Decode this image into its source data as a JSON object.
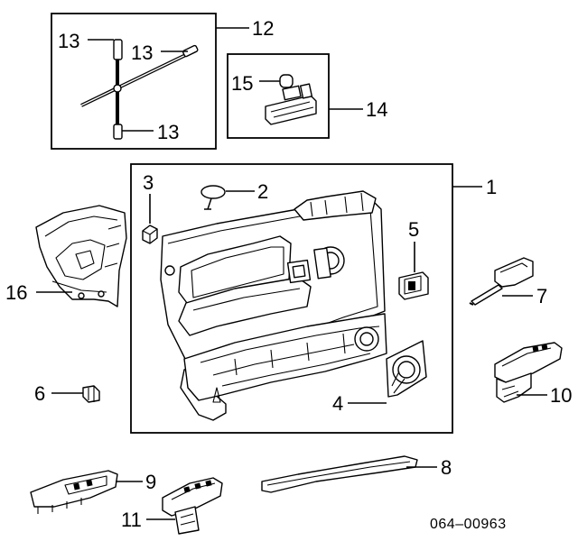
{
  "diagram_code": "064–00963",
  "callouts": {
    "c1": "1",
    "c2": "2",
    "c3": "3",
    "c4": "4",
    "c5": "5",
    "c6": "6",
    "c7": "7",
    "c8": "8",
    "c9": "9",
    "c10": "10",
    "c11": "11",
    "c12": "12",
    "c13a": "13",
    "c13b": "13",
    "c13c": "13",
    "c14": "14",
    "c15": "15",
    "c16": "16"
  }
}
